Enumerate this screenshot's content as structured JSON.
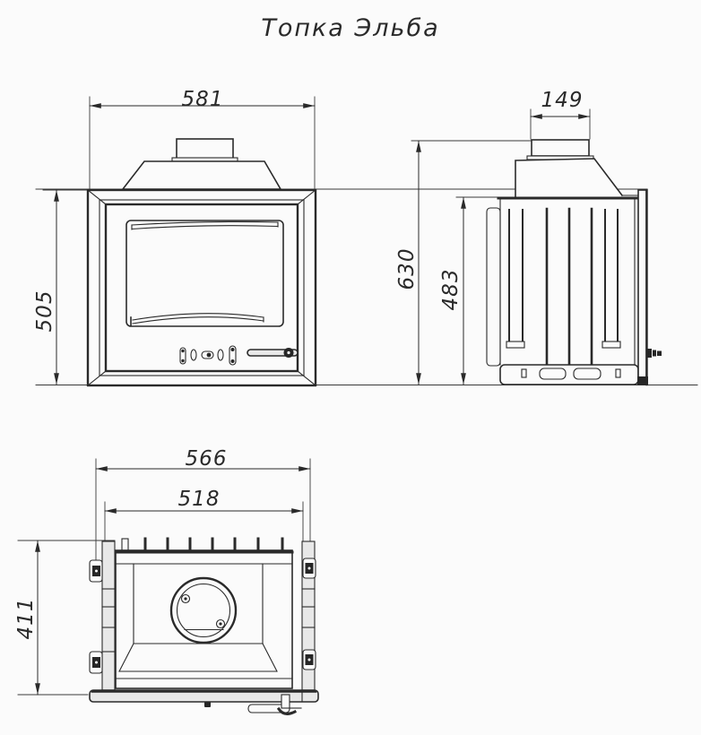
{
  "title": "Топка Эльба",
  "dimensions": {
    "front_width": "581",
    "front_height": "505",
    "flue_collar_width": "149",
    "side_total_height": "630",
    "side_body_height": "483",
    "top_outer_width": "566",
    "top_inner_width": "518",
    "top_depth": "411"
  },
  "colors": {
    "line": "#2a2a2a",
    "background": "#fbfbfb",
    "light_fill": "#e8e8e8"
  }
}
